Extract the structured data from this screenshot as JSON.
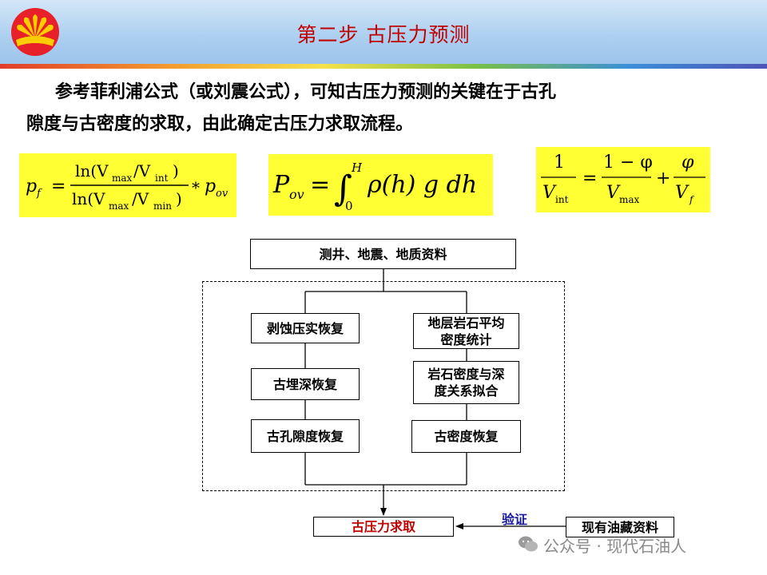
{
  "slide": {
    "title": "第二步  古压力预测",
    "intro_line1": "参考菲利浦公式（或刘震公式），可知古压力预测的关键在于古孔",
    "intro_line2": "隙度与古密度的求取，由此确定古压力求取流程。"
  },
  "colors": {
    "title": "#c00000",
    "formula_bg": "#ffff33",
    "verify": "#1a1aa0",
    "watermark": "#8a8a8a"
  },
  "formulas": {
    "f1": {
      "lhs": "p",
      "lhs_sub": "f",
      "eq": "=",
      "num_prefix": "ln(V",
      "num_sub1": "max",
      "num_mid": "/V",
      "num_sub2": "int",
      "num_suffix": ")",
      "den_prefix": "ln(V",
      "den_sub1": "max",
      "den_mid": "/V",
      "den_sub2": "min",
      "den_suffix": ")",
      "times": "*",
      "rhs": "p",
      "rhs_sub": "ov"
    },
    "f2": {
      "lhs": "P",
      "lhs_sub": "ov",
      "eq": "=",
      "integral": "∫",
      "upper": "H",
      "lower": "0",
      "body": "ρ(h) g dh"
    },
    "f3": {
      "n1": "1",
      "d1": "V",
      "d1_sub": "int",
      "eq": "=",
      "n2": "1 − φ",
      "d2": "V",
      "d2_sub": "max",
      "plus": "+",
      "n3": "φ",
      "d3": "V",
      "d3_sub": "f"
    }
  },
  "flow": {
    "top": "测井、地震、地质资料",
    "left": [
      "剥蚀压实恢复",
      "古埋深恢复",
      "古孔隙度恢复"
    ],
    "right": [
      "地层岩石平均\n密度统计",
      "岩石密度与深\n度关系拟合",
      "古密度恢复"
    ],
    "result": "古压力求取",
    "existing": "现有油藏资料",
    "verify": "验证"
  },
  "watermark": "公众号 · 现代石油人"
}
